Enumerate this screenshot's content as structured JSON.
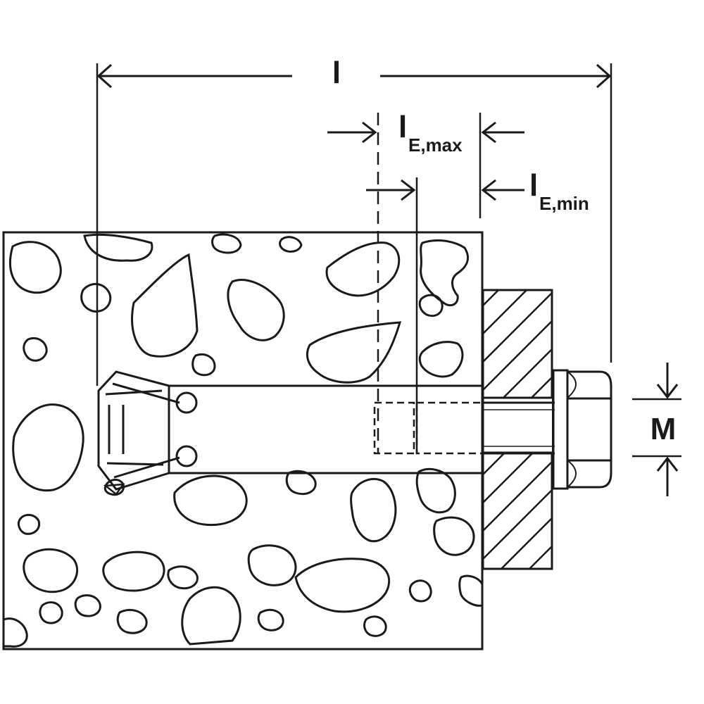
{
  "diagram": {
    "labels": {
      "length_total": "l",
      "embed_max": {
        "main": "l",
        "subscript": "E,max"
      },
      "embed_min": {
        "main": "l",
        "subscript": "E,min"
      },
      "thread": "M"
    },
    "colors": {
      "line": "#1a1a1a",
      "background": "#ffffff"
    }
  }
}
